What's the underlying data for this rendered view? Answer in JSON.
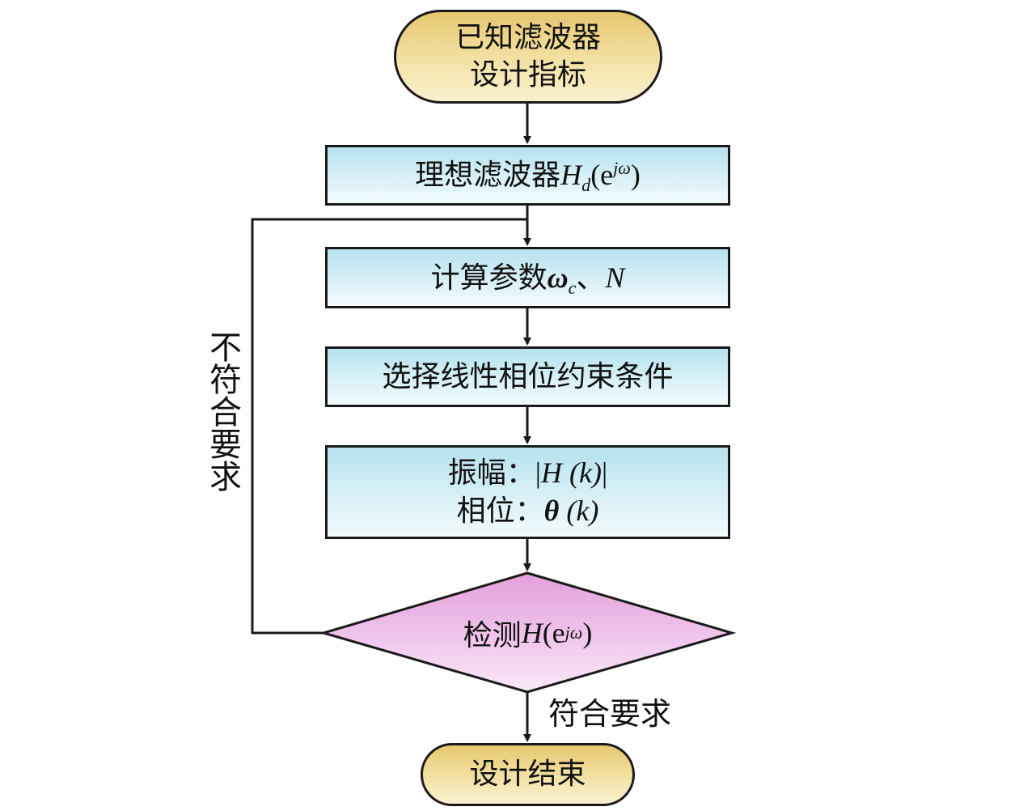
{
  "start": {
    "line1": "已知滤波器",
    "line2": "设计指标"
  },
  "ideal": {
    "text": "理想滤波器",
    "H": "H",
    "sub": "d",
    "paren_open": "(e",
    "sup": "jω",
    "paren_close": ")"
  },
  "compute": {
    "text": "计算参数",
    "omega": "ω",
    "sub": "c",
    "sep": "、",
    "N": "N"
  },
  "select": {
    "text": "选择线性相位约束条件"
  },
  "amp_phase": {
    "amp_label": "振幅：",
    "amp_bar_l": "|",
    "amp_H": "H",
    "amp_k": " (k)",
    "amp_bar_r": "|",
    "phase_label": "相位：",
    "phase_theta": "θ",
    "phase_k": " (k)"
  },
  "check": {
    "text": "检测",
    "H": "H",
    "paren_open": "(e",
    "sup": "jω",
    "paren_close": ")"
  },
  "fail_label": "不符合要求",
  "pass_label": "符合要求",
  "end": {
    "text": "设计结束"
  },
  "colors": {
    "terminal": "#e6c770",
    "process": "#b5e2ef",
    "decision": "#e7a9e0",
    "stroke": "#1a1a1a"
  }
}
